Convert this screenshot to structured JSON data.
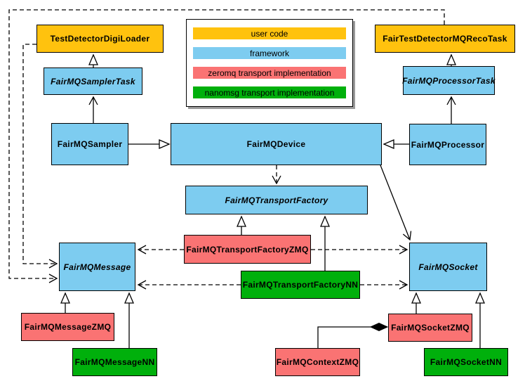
{
  "diagram": {
    "colors": {
      "user_code": "#FFC20E",
      "framework": "#7DCCF0",
      "zeromq": "#FA7373",
      "nanomsg": "#00B00C"
    },
    "legend": {
      "items": [
        {
          "label": "user code",
          "category": "user_code"
        },
        {
          "label": "framework",
          "category": "framework"
        },
        {
          "label": "zeromq transport implementation",
          "category": "zeromq"
        },
        {
          "label": "nanomsg transport implementation",
          "category": "nanomsg"
        }
      ]
    },
    "nodes": {
      "test_detector_digi_loader": {
        "label": "TestDetectorDigiLoader",
        "category": "user_code",
        "abstract": false
      },
      "fairmq_sampler_task": {
        "label": "FairMQSamplerTask",
        "category": "framework",
        "abstract": true
      },
      "fairmq_sampler": {
        "label": "FairMQSampler",
        "category": "framework",
        "abstract": false
      },
      "fair_test_detector_mq_reco_task": {
        "label": "FairTestDetectorMQRecoTask",
        "category": "user_code",
        "abstract": false
      },
      "fairmq_processor_task": {
        "label": "FairMQProcessorTask",
        "category": "framework",
        "abstract": true
      },
      "fairmq_processor": {
        "label": "FairMQProcessor",
        "category": "framework",
        "abstract": false
      },
      "fairmq_device": {
        "label": "FairMQDevice",
        "category": "framework",
        "abstract": false
      },
      "fairmq_transport_factory": {
        "label": "FairMQTransportFactory",
        "category": "framework",
        "abstract": true
      },
      "fairmq_transport_factory_zmq": {
        "label": "FairMQTransportFactoryZMQ",
        "category": "zeromq",
        "abstract": false
      },
      "fairmq_transport_factory_nn": {
        "label": "FairMQTransportFactoryNN",
        "category": "nanomsg",
        "abstract": false
      },
      "fairmq_message": {
        "label": "FairMQMessage",
        "category": "framework",
        "abstract": true
      },
      "fairmq_socket": {
        "label": "FairMQSocket",
        "category": "framework",
        "abstract": true
      },
      "fairmq_message_zmq": {
        "label": "FairMQMessageZMQ",
        "category": "zeromq",
        "abstract": false
      },
      "fairmq_message_nn": {
        "label": "FairMQMessageNN",
        "category": "nanomsg",
        "abstract": false
      },
      "fairmq_socket_zmq": {
        "label": "FairMQSocketZMQ",
        "category": "zeromq",
        "abstract": false
      },
      "fairmq_socket_nn": {
        "label": "FairMQSocketNN",
        "category": "nanomsg",
        "abstract": false
      },
      "fairmq_context_zmq": {
        "label": "FairMQContextZMQ",
        "category": "zeromq",
        "abstract": false
      }
    },
    "relationships": [
      {
        "from": "FairMQSamplerTask",
        "to": "TestDetectorDigiLoader",
        "arrow": "hollow-triangle",
        "style": "solid"
      },
      {
        "from": "FairMQSampler",
        "to": "FairMQSamplerTask",
        "arrow": "open-arrow",
        "style": "solid"
      },
      {
        "from": "FairMQSampler",
        "to": "FairMQDevice",
        "arrow": "hollow-triangle",
        "style": "solid"
      },
      {
        "from": "FairMQProcessorTask",
        "to": "FairTestDetectorMQRecoTask",
        "arrow": "hollow-triangle",
        "style": "solid"
      },
      {
        "from": "FairMQProcessor",
        "to": "FairMQProcessorTask",
        "arrow": "open-arrow",
        "style": "solid"
      },
      {
        "from": "FairMQProcessor",
        "to": "FairMQDevice",
        "arrow": "hollow-triangle",
        "style": "solid"
      },
      {
        "from": "FairMQDevice",
        "to": "FairMQTransportFactory",
        "arrow": "open-arrow",
        "style": "dashed"
      },
      {
        "from": "FairMQDevice",
        "to": "FairMQSocket",
        "arrow": "open-arrow",
        "style": "solid"
      },
      {
        "from": "FairMQTransportFactoryZMQ",
        "to": "FairMQTransportFactory",
        "arrow": "hollow-triangle",
        "style": "solid"
      },
      {
        "from": "FairMQTransportFactoryNN",
        "to": "FairMQTransportFactory",
        "arrow": "hollow-triangle",
        "style": "solid"
      },
      {
        "from": "FairMQTransportFactoryZMQ",
        "to": "FairMQMessage",
        "arrow": "open-arrow",
        "style": "dashed"
      },
      {
        "from": "FairMQTransportFactoryZMQ",
        "to": "FairMQSocket",
        "arrow": "open-arrow",
        "style": "dashed"
      },
      {
        "from": "FairMQTransportFactoryNN",
        "to": "FairMQMessage",
        "arrow": "open-arrow",
        "style": "dashed"
      },
      {
        "from": "FairMQTransportFactoryNN",
        "to": "FairMQSocket",
        "arrow": "open-arrow",
        "style": "dashed"
      },
      {
        "from": "TestDetectorDigiLoader",
        "to": "FairMQMessage",
        "arrow": "open-arrow",
        "style": "dashed"
      },
      {
        "from": "FairTestDetectorMQRecoTask",
        "to": "FairMQMessage",
        "arrow": "open-arrow",
        "style": "dashed"
      },
      {
        "from": "FairMQMessageZMQ",
        "to": "FairMQMessage",
        "arrow": "hollow-triangle",
        "style": "solid"
      },
      {
        "from": "FairMQMessageNN",
        "to": "FairMQMessage",
        "arrow": "hollow-triangle",
        "style": "solid"
      },
      {
        "from": "FairMQSocketZMQ",
        "to": "FairMQSocket",
        "arrow": "hollow-triangle",
        "style": "solid"
      },
      {
        "from": "FairMQSocketNN",
        "to": "FairMQSocket",
        "arrow": "hollow-triangle",
        "style": "solid"
      },
      {
        "from": "FairMQContextZMQ",
        "to": "FairMQSocketZMQ",
        "arrow": "filled-diamond",
        "style": "solid"
      }
    ]
  }
}
